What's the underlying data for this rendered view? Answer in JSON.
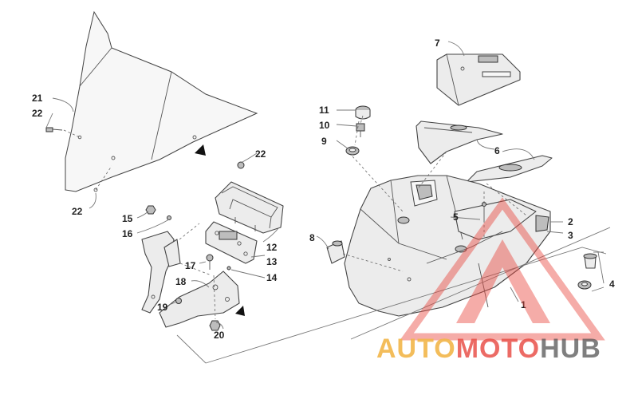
{
  "callouts": [
    "1",
    "2",
    "3",
    "4",
    "5",
    "6",
    "7",
    "8",
    "9",
    "10",
    "11",
    "12",
    "13",
    "14",
    "15",
    "16",
    "17",
    "18",
    "19",
    "20",
    "21",
    "22",
    "22",
    "22"
  ],
  "watermark": {
    "part1": "AUTO",
    "part2": "MOTO",
    "part3": "HUB",
    "color_auto": "#f2b64a",
    "color_moto": "#e8473f",
    "color_hub": "#555555"
  }
}
